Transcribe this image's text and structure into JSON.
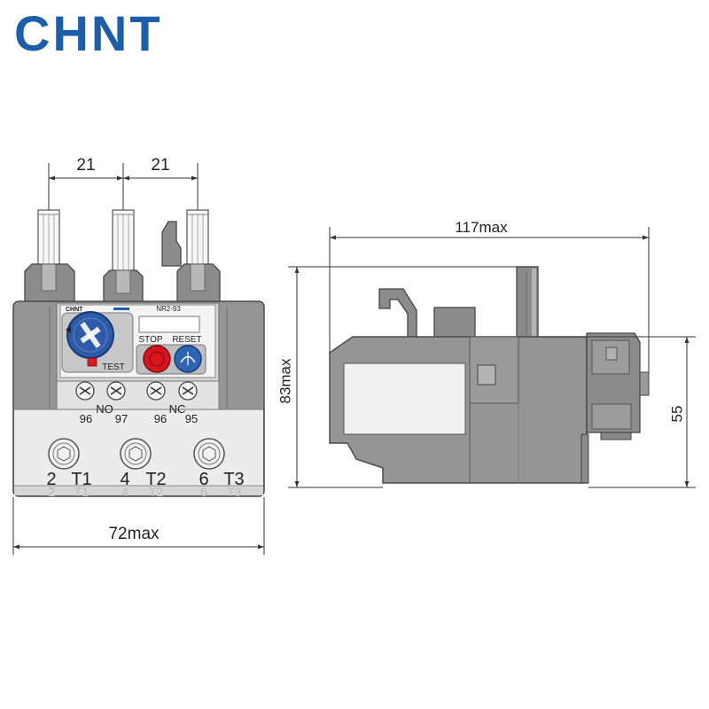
{
  "logo": {
    "text": "CHNT",
    "color": "#1c5ea9"
  },
  "front_view": {
    "device_label": {
      "brand": "CHNT",
      "model": "NR2-93"
    },
    "buttons": {
      "stop": "STOP",
      "reset": "RESET",
      "test": "TEST"
    },
    "aux_contacts": {
      "no_label": "NO",
      "nc_label": "NC",
      "numbers": [
        "96",
        "97",
        "96",
        "95"
      ]
    },
    "main_terminals": [
      {
        "number": "2",
        "name": "T1"
      },
      {
        "number": "4",
        "name": "T2"
      },
      {
        "number": "6",
        "name": "T3"
      }
    ],
    "main_terminals_lower": [
      {
        "number": "2",
        "name": "T1"
      },
      {
        "number": "4",
        "name": "T2"
      },
      {
        "number": "6",
        "name": "T3"
      }
    ]
  },
  "dimensions": {
    "front_pitch_left": "21",
    "front_pitch_right": "21",
    "front_width": "72max",
    "side_length": "117max",
    "side_height": "83max",
    "side_body_height": "55"
  },
  "colors": {
    "body_grey": "#959595",
    "stop_button": "#d8141f",
    "reset_button": "#2e64b1",
    "dial": "#2d5ba8",
    "brand_blue": "#1c5ea9"
  },
  "icons": [
    "adjustment-dial-icon",
    "stop-button-icon",
    "reset-button-icon",
    "terminal-screw-icon"
  ]
}
